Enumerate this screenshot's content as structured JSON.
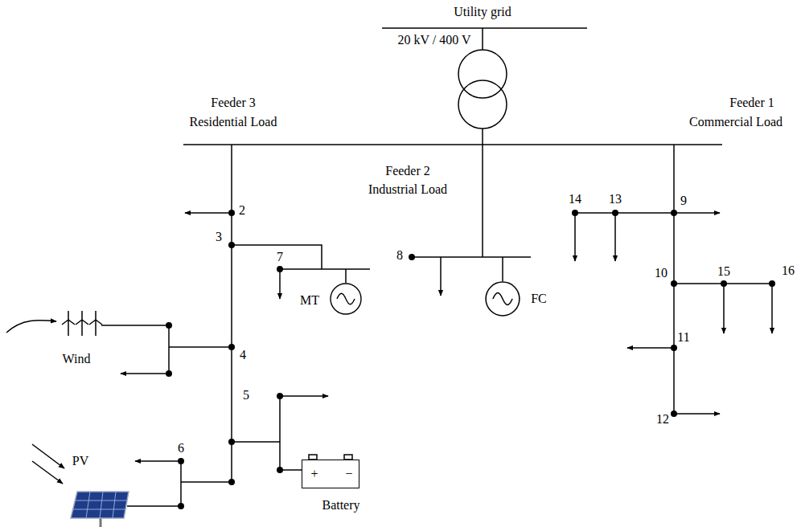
{
  "diagram": {
    "nodes": [
      {
        "text": [
          "MT"
        ]
      },
      {
        "text": [
          "FC"
        ]
      },
      {
        "text": [
          "+",
          "−",
          "Battery"
        ]
      }
    ],
    "labels": [
      "Utility grid",
      "20 kV / 400 V",
      "Feeder 3",
      "Residential Load",
      "Feeder 2",
      "Industrial Load",
      "Feeder 1",
      "Commercial Load",
      "2",
      "3",
      "4",
      "5",
      "6",
      "7",
      "8",
      "9",
      "10",
      "11",
      "12",
      "13",
      "14",
      "15",
      "16",
      "Wind",
      "PV"
    ]
  }
}
